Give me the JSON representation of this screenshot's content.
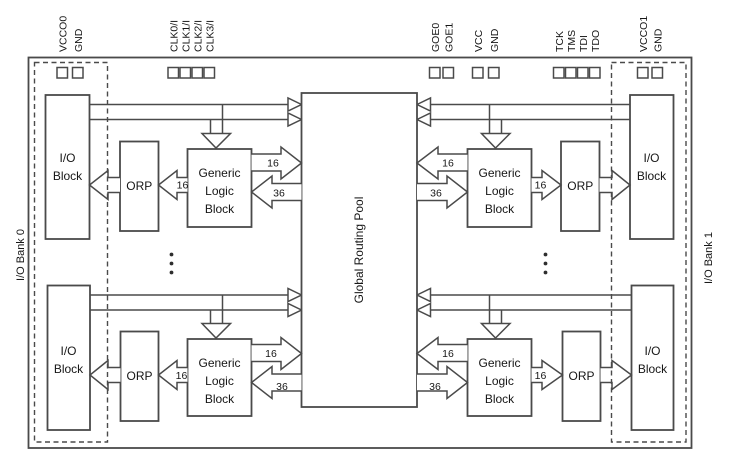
{
  "pins": {
    "groups": [
      {
        "name": "bank0-power",
        "labels": [
          "VCCO0",
          "GND"
        ]
      },
      {
        "name": "clocks",
        "labels": [
          "CLK0/I",
          "CLK1/I",
          "CLK2/I",
          "CLK3/I"
        ]
      },
      {
        "name": "global-oe",
        "labels": [
          "GOE0",
          "GOE1"
        ]
      },
      {
        "name": "core-power",
        "labels": [
          "VCC",
          "GND"
        ]
      },
      {
        "name": "jtag",
        "labels": [
          "TCK",
          "TMS",
          "TDI",
          "TDO"
        ]
      },
      {
        "name": "bank1-power",
        "labels": [
          "VCCO1",
          "GND"
        ]
      }
    ]
  },
  "banks": {
    "left": "I/O Bank 0",
    "right": "I/O Bank 1"
  },
  "blocks": {
    "grp": "Global Routing Pool",
    "io": {
      "line1": "I/O",
      "line2": "Block"
    },
    "orp": "ORP",
    "glb": {
      "line1": "Generic",
      "line2": "Logic",
      "line3": "Block"
    }
  },
  "buses": {
    "glb_to_grp": "16",
    "grp_to_glb": "36",
    "glb_to_orp": "16"
  },
  "colors": {
    "line": "#4a4a4a",
    "text": "#161616",
    "background": "#ffffff"
  }
}
